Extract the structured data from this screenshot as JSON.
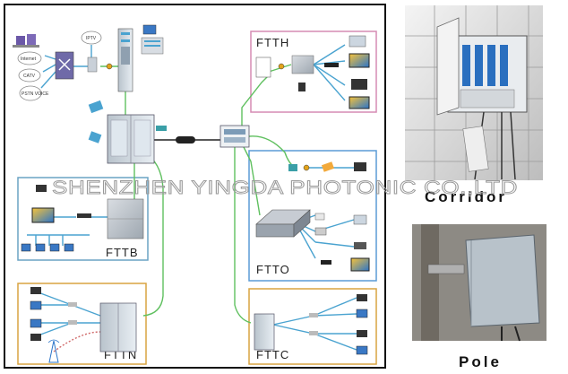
{
  "sections": {
    "ftth": "FTTH",
    "fttb": "FTTB",
    "ftto": "FTTO",
    "fttn": "FTTN",
    "fttc": "FTTC"
  },
  "sources": {
    "internet": "Internet",
    "catv": "CATV",
    "pstn": "PSTN VOICE",
    "iptv": "IPTV"
  },
  "watermark": "SHENZHEN YINGDA PHOTONIC CO.,LTD",
  "photos": {
    "corridor": "Corridor",
    "pole": "Pole"
  },
  "colors": {
    "ftth_border": "#d58bb4",
    "fttb_border": "#6aa3c4",
    "ftto_border": "#5b9bd5",
    "fttn_border": "#d9a441",
    "fttc_border": "#d9a441",
    "fiber_green": "#5fc05f",
    "fiber_blue": "#4aa3d0"
  }
}
